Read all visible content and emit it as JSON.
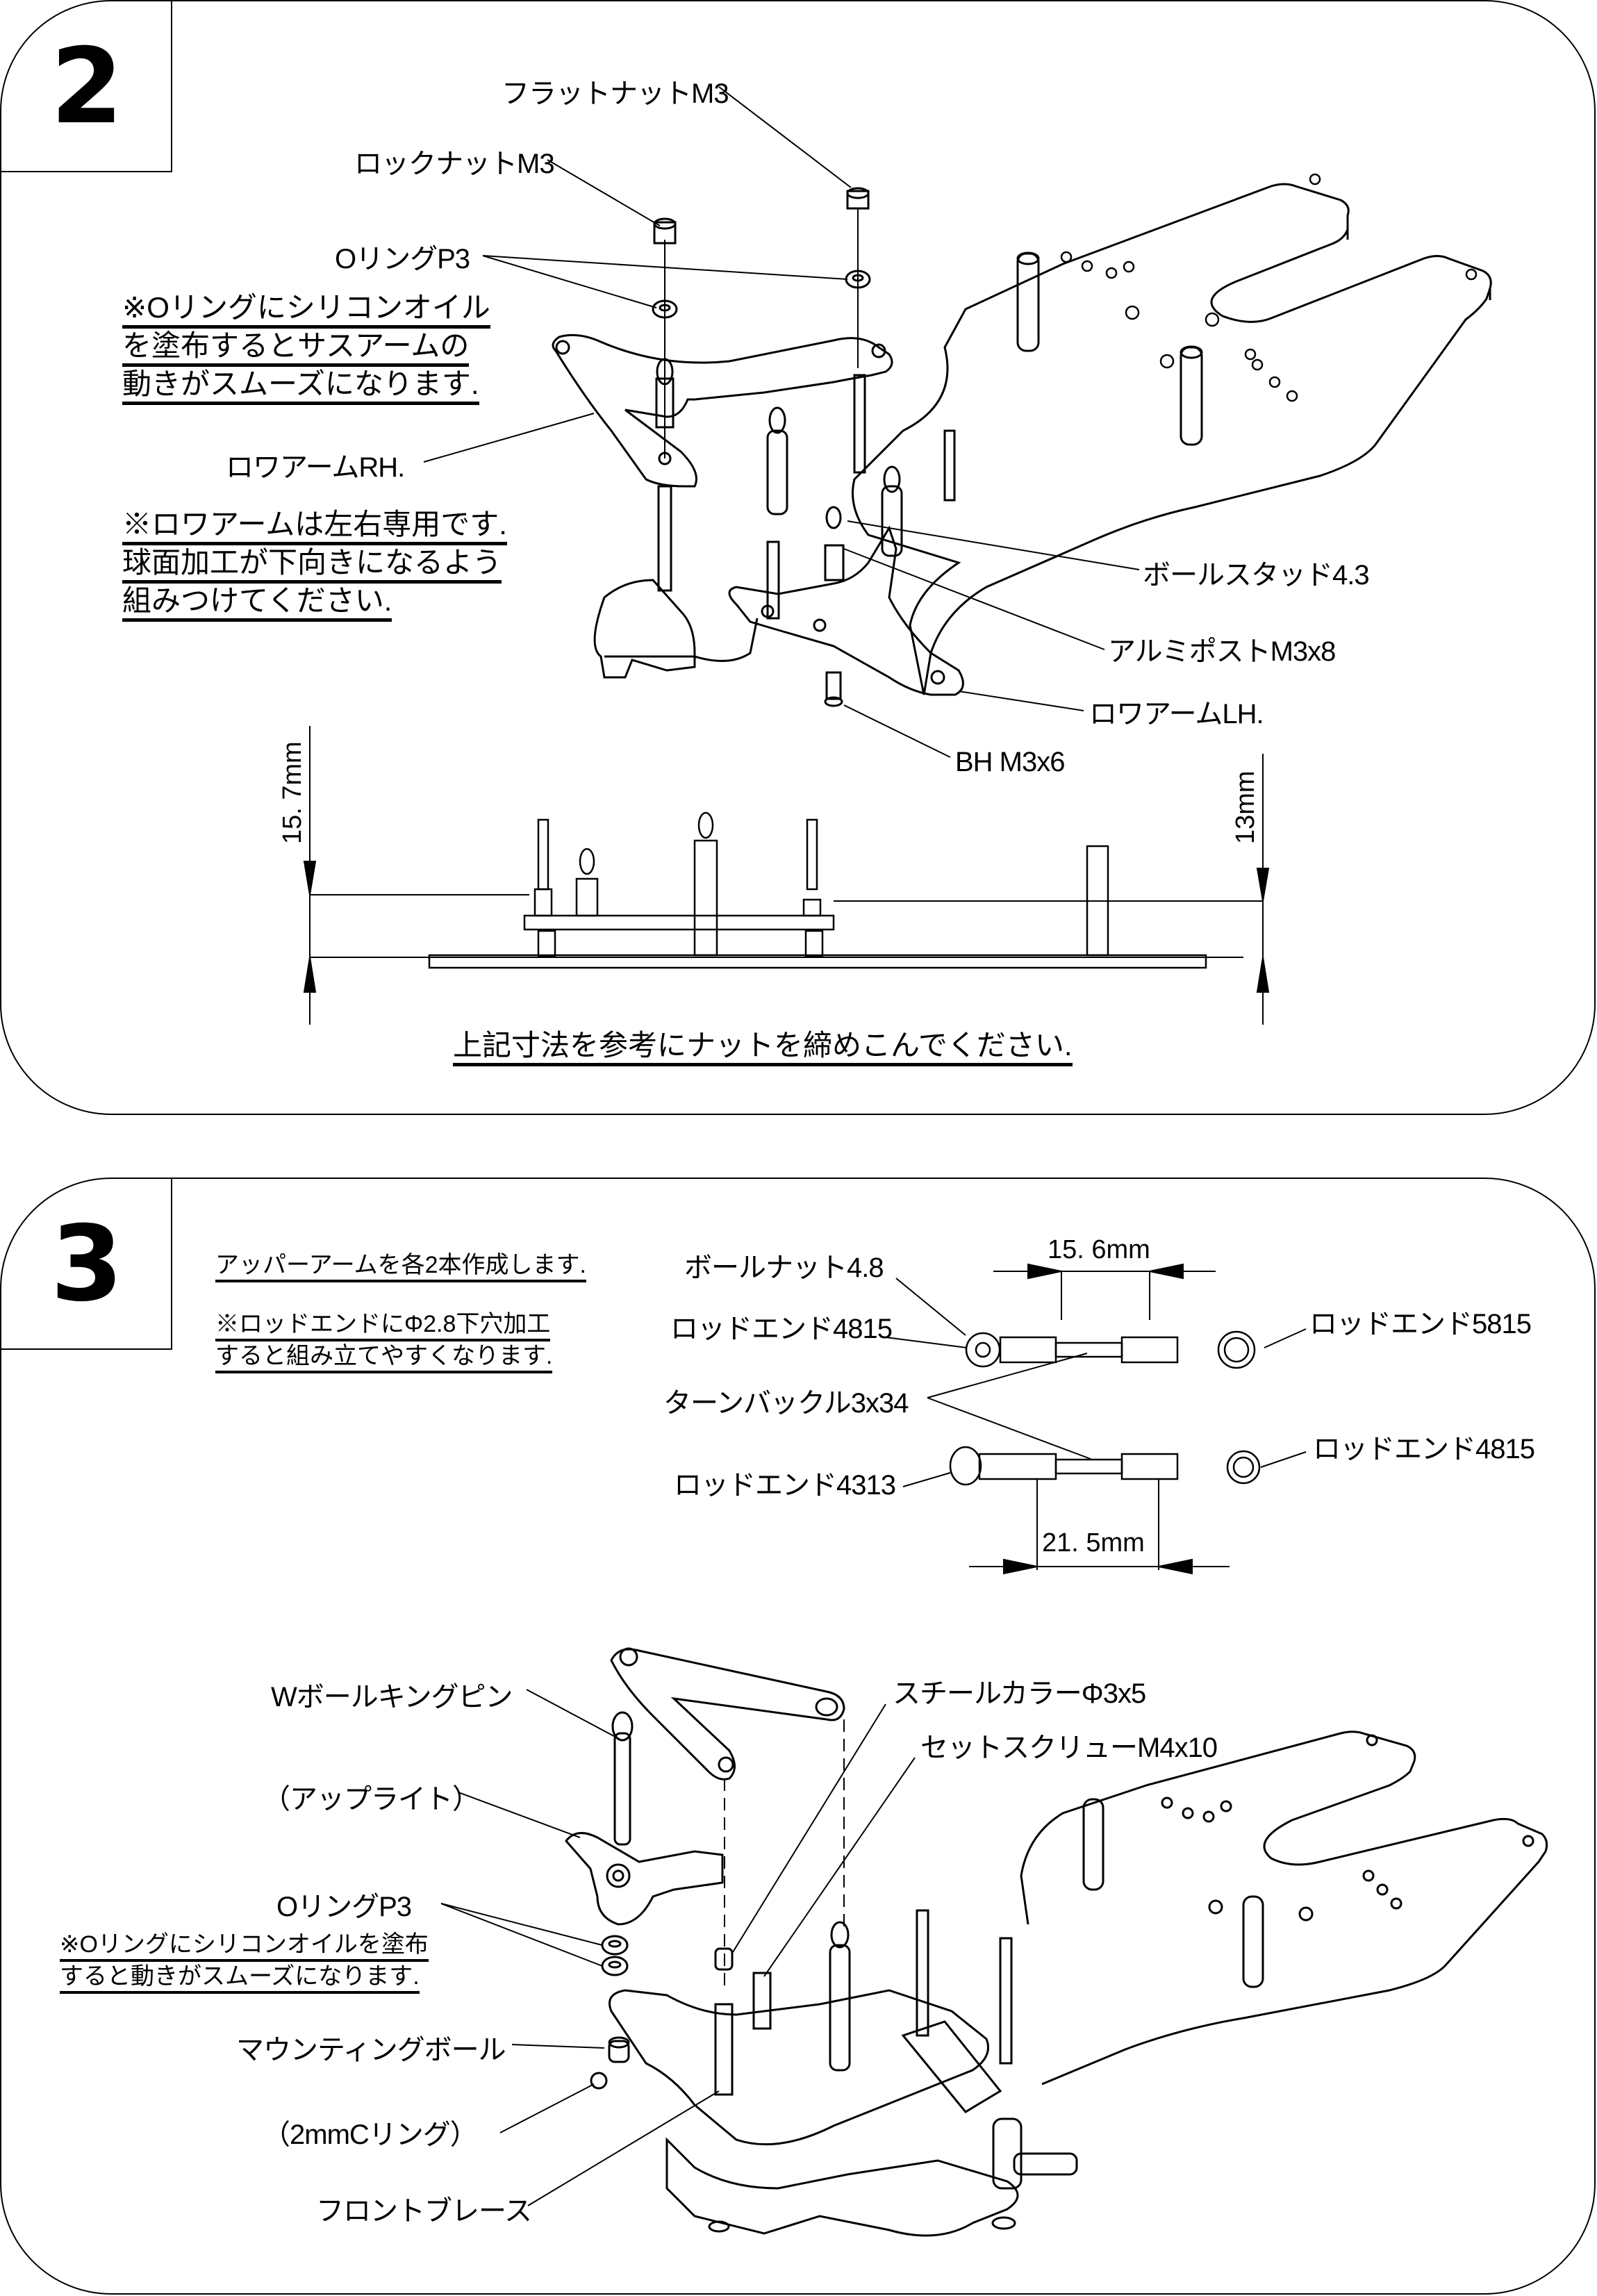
{
  "step2": {
    "number": "2",
    "parts": {
      "flat_nut": "フラットナットM3",
      "lock_nut": "ロックナットM3",
      "o_ring": "OリングP3",
      "lower_arm_rh": "ロワアームRH.",
      "ball_stud": "ボールスタッド4.3",
      "alu_post": "アルミポストM3x8",
      "lower_arm_lh": "ロワアームLH.",
      "bh_screw": "BH M3x6"
    },
    "notes": {
      "oring_oil": [
        "※Oリングにシリコンオイル",
        "を塗布するとサスアームの",
        "動きがスムーズになります."
      ],
      "lower_arm_side": [
        "※ロワアームは左右専用です.",
        "球面加工が下向きになるよう",
        "組みつけてください."
      ]
    },
    "dimensions": {
      "left": "15. 7mm",
      "right": "13mm"
    },
    "instruction": "上記寸法を参考にナットを締めこんでください."
  },
  "step3": {
    "number": "3",
    "notes": {
      "make_arms": "アッパーアームを各2本作成します.",
      "rod_end_drill": [
        "※ロッドエンドにΦ2.8下穴加工",
        "すると組み立てやすくなります."
      ],
      "oring_oil": [
        "※Oリングにシリコンオイルを塗布",
        "すると動きがスムーズになります."
      ]
    },
    "upper_arm_parts": {
      "ball_nut": "ボールナット4.8",
      "rod_end_4815_a": "ロッドエンド4815",
      "rod_end_5815": "ロッドエンド5815",
      "turnbuckle": "ターンバックル3x34",
      "rod_end_4313": "ロッドエンド4313",
      "rod_end_4815_b": "ロッドエンド4815"
    },
    "dimensions": {
      "top": "15. 6mm",
      "bottom": "21. 5mm"
    },
    "assembly_parts": {
      "king_pin": "Wボールキングピン",
      "upright": "（アップライト）",
      "o_ring": "OリングP3",
      "mounting_ball": "マウンティングボール",
      "c_ring": "（2mmCリング）",
      "front_brace": "フロントブレース",
      "steel_collar": "スチールカラーΦ3x5",
      "set_screw": "セットスクリューM4x10"
    }
  }
}
